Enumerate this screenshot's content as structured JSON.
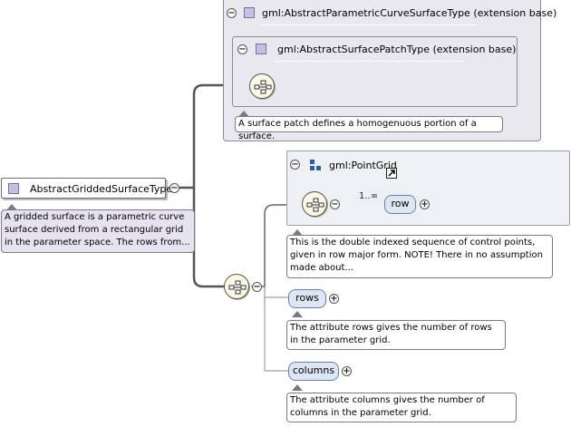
{
  "root": {
    "label": "AbstractGriddedSurfaceType",
    "doc": "A gridded surface is a parametric curve surface derived from a rectangular grid in the parameter space. The rows from..."
  },
  "extension_outer": {
    "title": "gml:AbstractParametricCurveSurfaceType (extension base)"
  },
  "extension_inner": {
    "title": "gml:AbstractSurfacePatchType (extension base)",
    "doc": "A surface patch defines a homogenuous portion of a surface."
  },
  "point_grid": {
    "title": "gml:PointGrid",
    "multiplicity": "1..∞",
    "row_label": "row",
    "doc": "This is the double indexed sequence of control points, given in row major form. NOTE! There in no assumption made about..."
  },
  "rows": {
    "label": "rows",
    "doc": "The attribute rows gives the number of rows in the parameter grid."
  },
  "columns": {
    "label": "columns",
    "doc": "The attribute columns gives the number of columns in the parameter grid."
  },
  "toggles": {
    "collapse": "−",
    "expand": "+"
  },
  "icons": {
    "type_square": "type-square-icon",
    "sequence": "sequence-compositor-icon",
    "element_grid": "element-grid-icon",
    "reference": "reference-arrow-icon"
  },
  "colors": {
    "extension_fill": "#e8e8ee",
    "note_lavender": "#e6e2f0",
    "pill_fill": "#dde6f5",
    "compositor_fill": "#fbf8e8"
  }
}
